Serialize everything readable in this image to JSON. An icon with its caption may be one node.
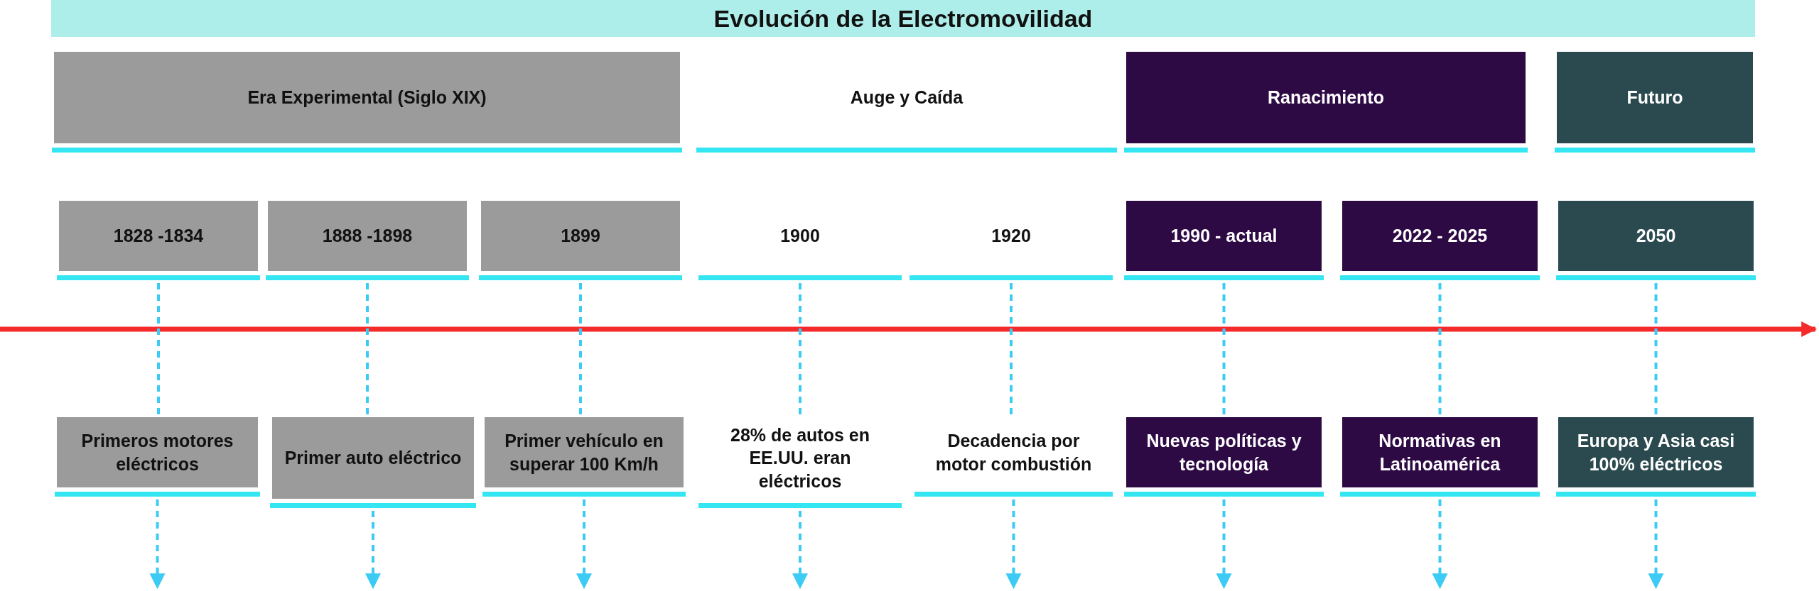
{
  "diagram": {
    "title": "Evolución de la Electromovilidad",
    "nodes": [
      {
        "text": [
          "Era Experimental (Siglo XIX)"
        ]
      },
      {
        "text": [
          "Auge y Caída"
        ]
      },
      {
        "text": [
          "Ranacimiento"
        ]
      },
      {
        "text": [
          "Futuro"
        ]
      },
      {
        "text": [
          "1828 -1834"
        ]
      },
      {
        "text": [
          "1888 -1898"
        ]
      },
      {
        "text": [
          "1899"
        ]
      },
      {
        "text": [
          "1900"
        ]
      },
      {
        "text": [
          "1920"
        ]
      },
      {
        "text": [
          "1990 - actual"
        ]
      },
      {
        "text": [
          "2022 - 2025"
        ]
      },
      {
        "text": [
          "2050"
        ]
      },
      {
        "text": [
          "Primeros motores eléctricos"
        ]
      },
      {
        "text": [
          "Primer auto eléctrico"
        ]
      },
      {
        "text": [
          "Primer vehículo en superar 100 Km/h"
        ]
      },
      {
        "text": [
          "28% de autos en EE.UU. eran eléctricos"
        ]
      },
      {
        "text": [
          "Decadencia por motor combustión"
        ]
      },
      {
        "text": [
          "Nuevas políticas y tecnología"
        ]
      },
      {
        "text": [
          "Normativas en Latinoamérica"
        ]
      },
      {
        "text": [
          "Europa y Asia casi 100% eléctricos"
        ]
      }
    ],
    "edges": [
      {
        "from": 4,
        "to": 12,
        "arrow": "none",
        "style": "dashed"
      },
      {
        "from": 12,
        "to": null,
        "arrow": "to",
        "style": "dashed"
      },
      {
        "from": 5,
        "to": 13,
        "arrow": "none",
        "style": "dashed"
      },
      {
        "from": 13,
        "to": null,
        "arrow": "to",
        "style": "dashed"
      },
      {
        "from": 6,
        "to": 14,
        "arrow": "none",
        "style": "dashed"
      },
      {
        "from": 14,
        "to": null,
        "arrow": "to",
        "style": "dashed"
      },
      {
        "from": 7,
        "to": 15,
        "arrow": "none",
        "style": "dashed"
      },
      {
        "from": 15,
        "to": null,
        "arrow": "to",
        "style": "dashed"
      },
      {
        "from": 8,
        "to": 16,
        "arrow": "none",
        "style": "dashed"
      },
      {
        "from": 16,
        "to": null,
        "arrow": "to",
        "style": "dashed"
      },
      {
        "from": 9,
        "to": 17,
        "arrow": "none",
        "style": "dashed"
      },
      {
        "from": 17,
        "to": null,
        "arrow": "to",
        "style": "dashed"
      },
      {
        "from": 10,
        "to": 18,
        "arrow": "none",
        "style": "dashed"
      },
      {
        "from": 18,
        "to": null,
        "arrow": "to",
        "style": "dashed"
      },
      {
        "from": 11,
        "to": 19,
        "arrow": "none",
        "style": "dashed"
      },
      {
        "from": 19,
        "to": null,
        "arrow": "to",
        "style": "dashed"
      }
    ]
  }
}
